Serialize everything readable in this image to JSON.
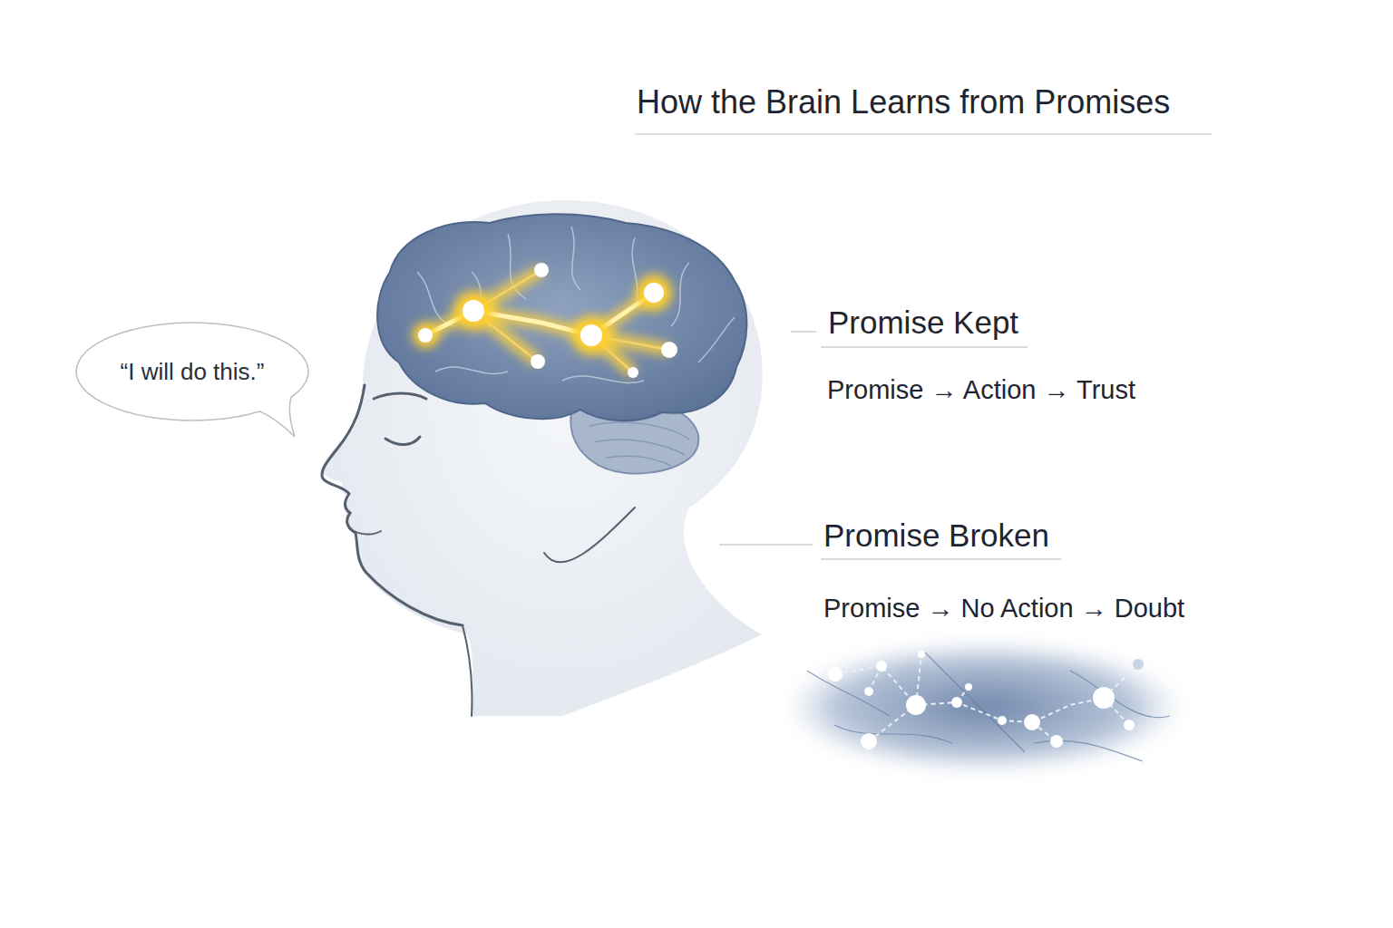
{
  "diagram": {
    "title": "How the Brain Learns from Promises",
    "nodes": [
      {
        "text": [
          "“I will do this.”"
        ]
      }
    ],
    "labels": [
      "Promise Kept",
      "Promise → Action → Trust",
      "Promise Broken",
      "Promise → No Action → Doubt"
    ]
  }
}
